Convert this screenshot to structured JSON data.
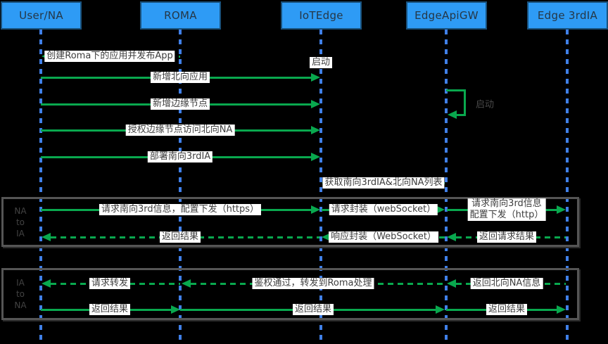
{
  "colors": {
    "background": "#000000",
    "participant_fill": "#2e9bf5",
    "participant_border": "#19517c",
    "participant_text": "#253746",
    "lifeline_blue": "#4080e8",
    "arrow_green": "#09a84e",
    "frame_border": "#555555",
    "label_bg": "#ffffff",
    "label_text": "#3d3d3d"
  },
  "participants": [
    {
      "label": "User/NA"
    },
    {
      "label": "ROMA"
    },
    {
      "label": "IoTEdge"
    },
    {
      "label": "EdgeApiGW"
    },
    {
      "label": "Edge 3rdIA"
    }
  ],
  "frames": [
    {
      "label": "NA\nto\nIA"
    },
    {
      "label": "IA\nto\nNA"
    }
  ],
  "annotations": [
    {
      "label": "启动",
      "target": "IoTEdge"
    }
  ],
  "messages": [
    {
      "label": "创建Roma下的应用并发布App",
      "from": "ROMA",
      "to": "User/NA",
      "style": "dashed"
    },
    {
      "label": "新增北向应用",
      "from": "User/NA",
      "to": "IoTEdge",
      "style": "solid"
    },
    {
      "label": "新增边缘节点",
      "from": "User/NA",
      "to": "IoTEdge",
      "style": "solid"
    },
    {
      "label": "授权边缘节点访问北向NA",
      "from": "User/NA",
      "to": "IoTEdge",
      "style": "solid"
    },
    {
      "label": "部署南向3rdIA",
      "from": "User/NA",
      "to": "IoTEdge",
      "style": "solid"
    },
    {
      "label": "启动",
      "from": "EdgeApiGW",
      "to": "EdgeApiGW",
      "style": "self-loop"
    },
    {
      "label": "获取南向3rdIA&北向NA列表",
      "from": "EdgeApiGW",
      "to": "IoTEdge",
      "style": "dashed"
    },
    {
      "label": "请求南向3rd信息，配置下发（https）",
      "from": "User/NA",
      "to": "IoTEdge",
      "style": "solid"
    },
    {
      "label": "请求封装（webSocket）",
      "from": "IoTEdge",
      "to": "EdgeApiGW",
      "style": "solid"
    },
    {
      "label": "请求南向3rd信息\n配置下发（http）",
      "from": "EdgeApiGW",
      "to": "Edge 3rdIA",
      "style": "solid"
    },
    {
      "label": "返回请求结果",
      "from": "Edge 3rdIA",
      "to": "EdgeApiGW",
      "style": "dashed"
    },
    {
      "label": "响应封装（WebSocket）",
      "from": "EdgeApiGW",
      "to": "IoTEdge",
      "style": "dashed"
    },
    {
      "label": "返回结果",
      "from": "IoTEdge",
      "to": "User/NA",
      "style": "dashed"
    },
    {
      "label": "返回北向NA信息",
      "from": "Edge 3rdIA",
      "to": "EdgeApiGW",
      "style": "dashed"
    },
    {
      "label": "鉴权通过，转发到Roma处理",
      "from": "EdgeApiGW",
      "to": "ROMA",
      "style": "dashed"
    },
    {
      "label": "请求转发",
      "from": "ROMA",
      "to": "User/NA",
      "style": "dashed"
    },
    {
      "label": "返回结果",
      "from": "User/NA",
      "to": "ROMA",
      "style": "solid"
    },
    {
      "label": "返回结果",
      "from": "ROMA",
      "to": "EdgeApiGW",
      "style": "solid"
    },
    {
      "label": "返回结果",
      "from": "EdgeApiGW",
      "to": "Edge 3rdIA",
      "style": "solid"
    }
  ]
}
